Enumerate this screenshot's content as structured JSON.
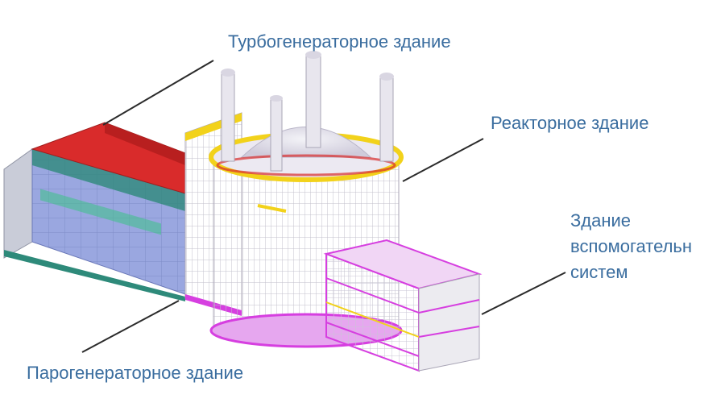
{
  "labels": {
    "turbine_building": "Турбогенераторное здание",
    "reactor_building": "Реакторное здание",
    "auxiliary_building": {
      "line1": "Здание",
      "line2": "вспомогательн",
      "line3": "систем"
    },
    "steam_generator_building": "Парогенераторное здание"
  },
  "colors": {
    "label_text": "#3a6d9f",
    "leader_line": "#2b2b2b",
    "turbine_roof": "#d92b2b",
    "turbine_walls": "#9aa7e0",
    "turbine_band": "#2e8a7a",
    "reactor_body": "#e8e6ee",
    "reactor_accent": "#f2d21b",
    "auxiliary_frame": "#d63fe0"
  }
}
